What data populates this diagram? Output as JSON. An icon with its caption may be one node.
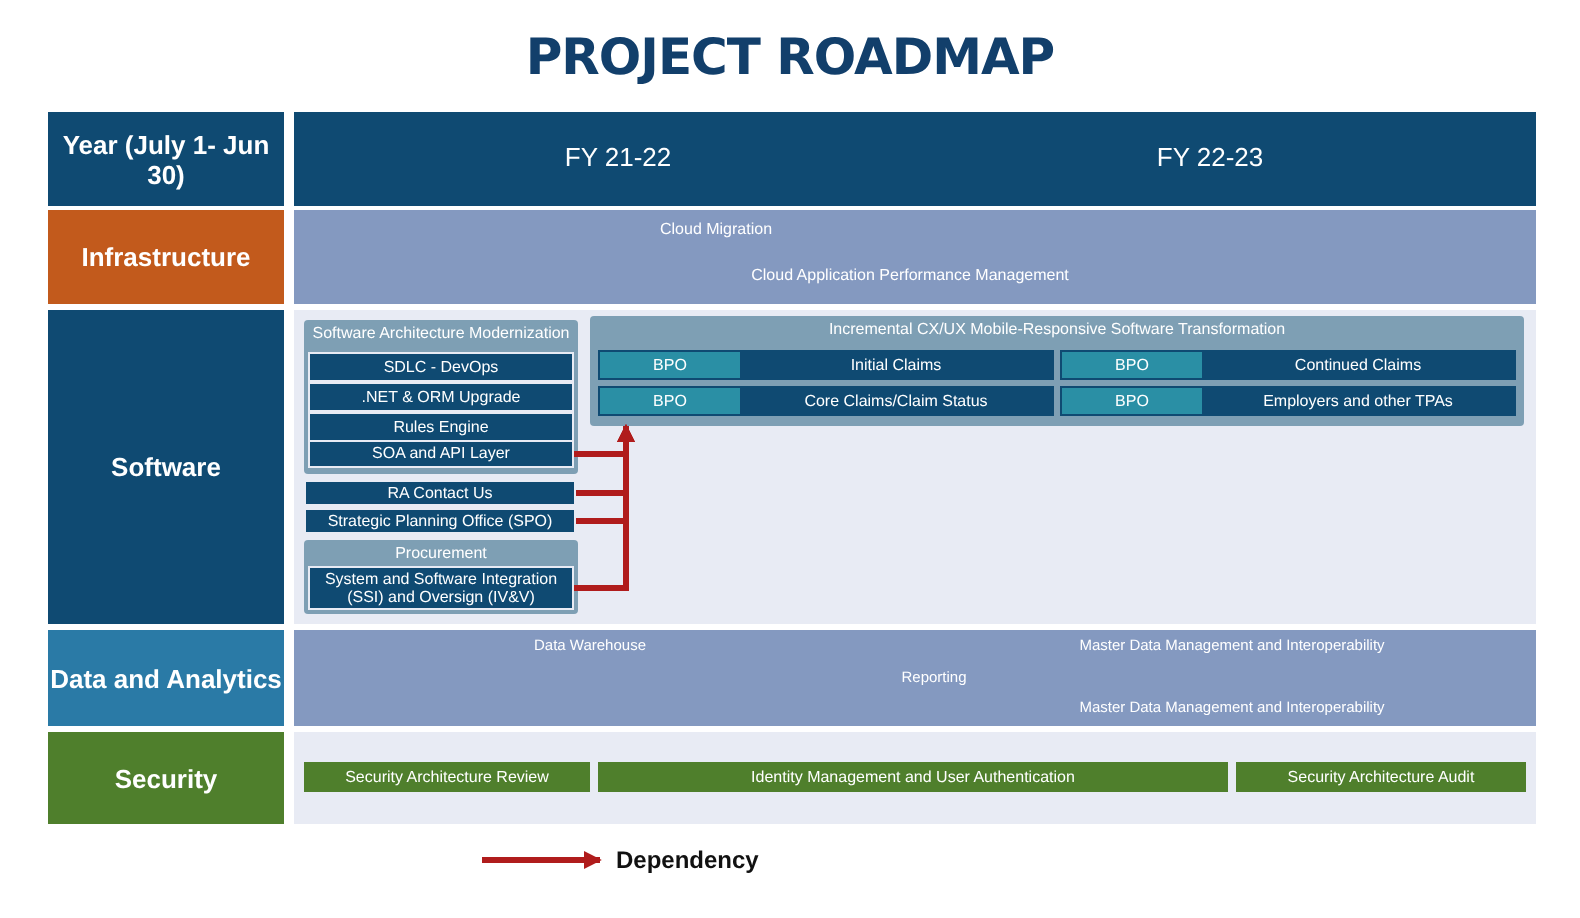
{
  "diagram": {
    "title": "PROJECT ROADMAP",
    "nodes": [
      {
        "text": [
          "Year (July 1- Jun 30)"
        ]
      },
      {
        "text": [
          "FY 21-22",
          "FY 22-23"
        ]
      },
      {
        "text": [
          "Infrastructure"
        ]
      },
      {
        "text": [
          "Cloud Migration",
          "Cloud Application Performance Management"
        ]
      },
      {
        "text": [
          "Software"
        ]
      },
      {
        "text": [
          "Software Architecture Modernization"
        ]
      },
      {
        "text": [
          "SDLC - DevOps"
        ],
        "in": 5
      },
      {
        "text": [
          ".NET & ORM Upgrade"
        ],
        "in": 5
      },
      {
        "text": [
          "Rules Engine"
        ],
        "in": 5
      },
      {
        "text": [
          "SOA and API Layer"
        ],
        "in": 5
      },
      {
        "text": [
          "RA Contact Us"
        ]
      },
      {
        "text": [
          "Strategic Planning Office (SPO)"
        ]
      },
      {
        "text": [
          "Procurement"
        ]
      },
      {
        "text": [
          "System and Software Integration (SSI) and Oversign (IV&V)"
        ],
        "in": 12
      },
      {
        "text": [
          "Incremental CX/UX Mobile-Responsive Software Transformation"
        ]
      },
      {
        "text": [
          "Initial Claims"
        ],
        "in": 14
      },
      {
        "text": [
          "BPO"
        ],
        "in": 15
      },
      {
        "text": [
          "Continued Claims"
        ],
        "in": 14
      },
      {
        "text": [
          "BPO"
        ],
        "in": 17
      },
      {
        "text": [
          "Core Claims/Claim Status"
        ],
        "in": 14
      },
      {
        "text": [
          "BPO"
        ],
        "in": 19
      },
      {
        "text": [
          "Employers and other TPAs"
        ],
        "in": 14
      },
      {
        "text": [
          "BPO"
        ],
        "in": 21
      },
      {
        "text": [
          "Data and Analytics"
        ]
      },
      {
        "text": [
          "Data Warehouse",
          "Master Data Management and Interoperability",
          "Reporting",
          "Master Data Management and Interoperability"
        ]
      },
      {
        "text": [
          "Security"
        ]
      },
      {
        "text": [
          "Security Architecture Review"
        ]
      },
      {
        "text": [
          "Identity Management and User Authentication"
        ]
      },
      {
        "text": [
          "Security Architecture Audit"
        ]
      }
    ],
    "edges": [
      {
        "from": 9,
        "to": 14,
        "arrow": "to",
        "color": "#b01c1c"
      },
      {
        "from": 10,
        "to": 14,
        "arrow": "to",
        "color": "#b01c1c"
      },
      {
        "from": 11,
        "to": 14,
        "arrow": "to",
        "color": "#b01c1c"
      },
      {
        "from": 13,
        "to": 14,
        "arrow": "to",
        "color": "#b01c1c"
      }
    ],
    "legend": [
      {
        "text": "Dependency"
      }
    ]
  }
}
